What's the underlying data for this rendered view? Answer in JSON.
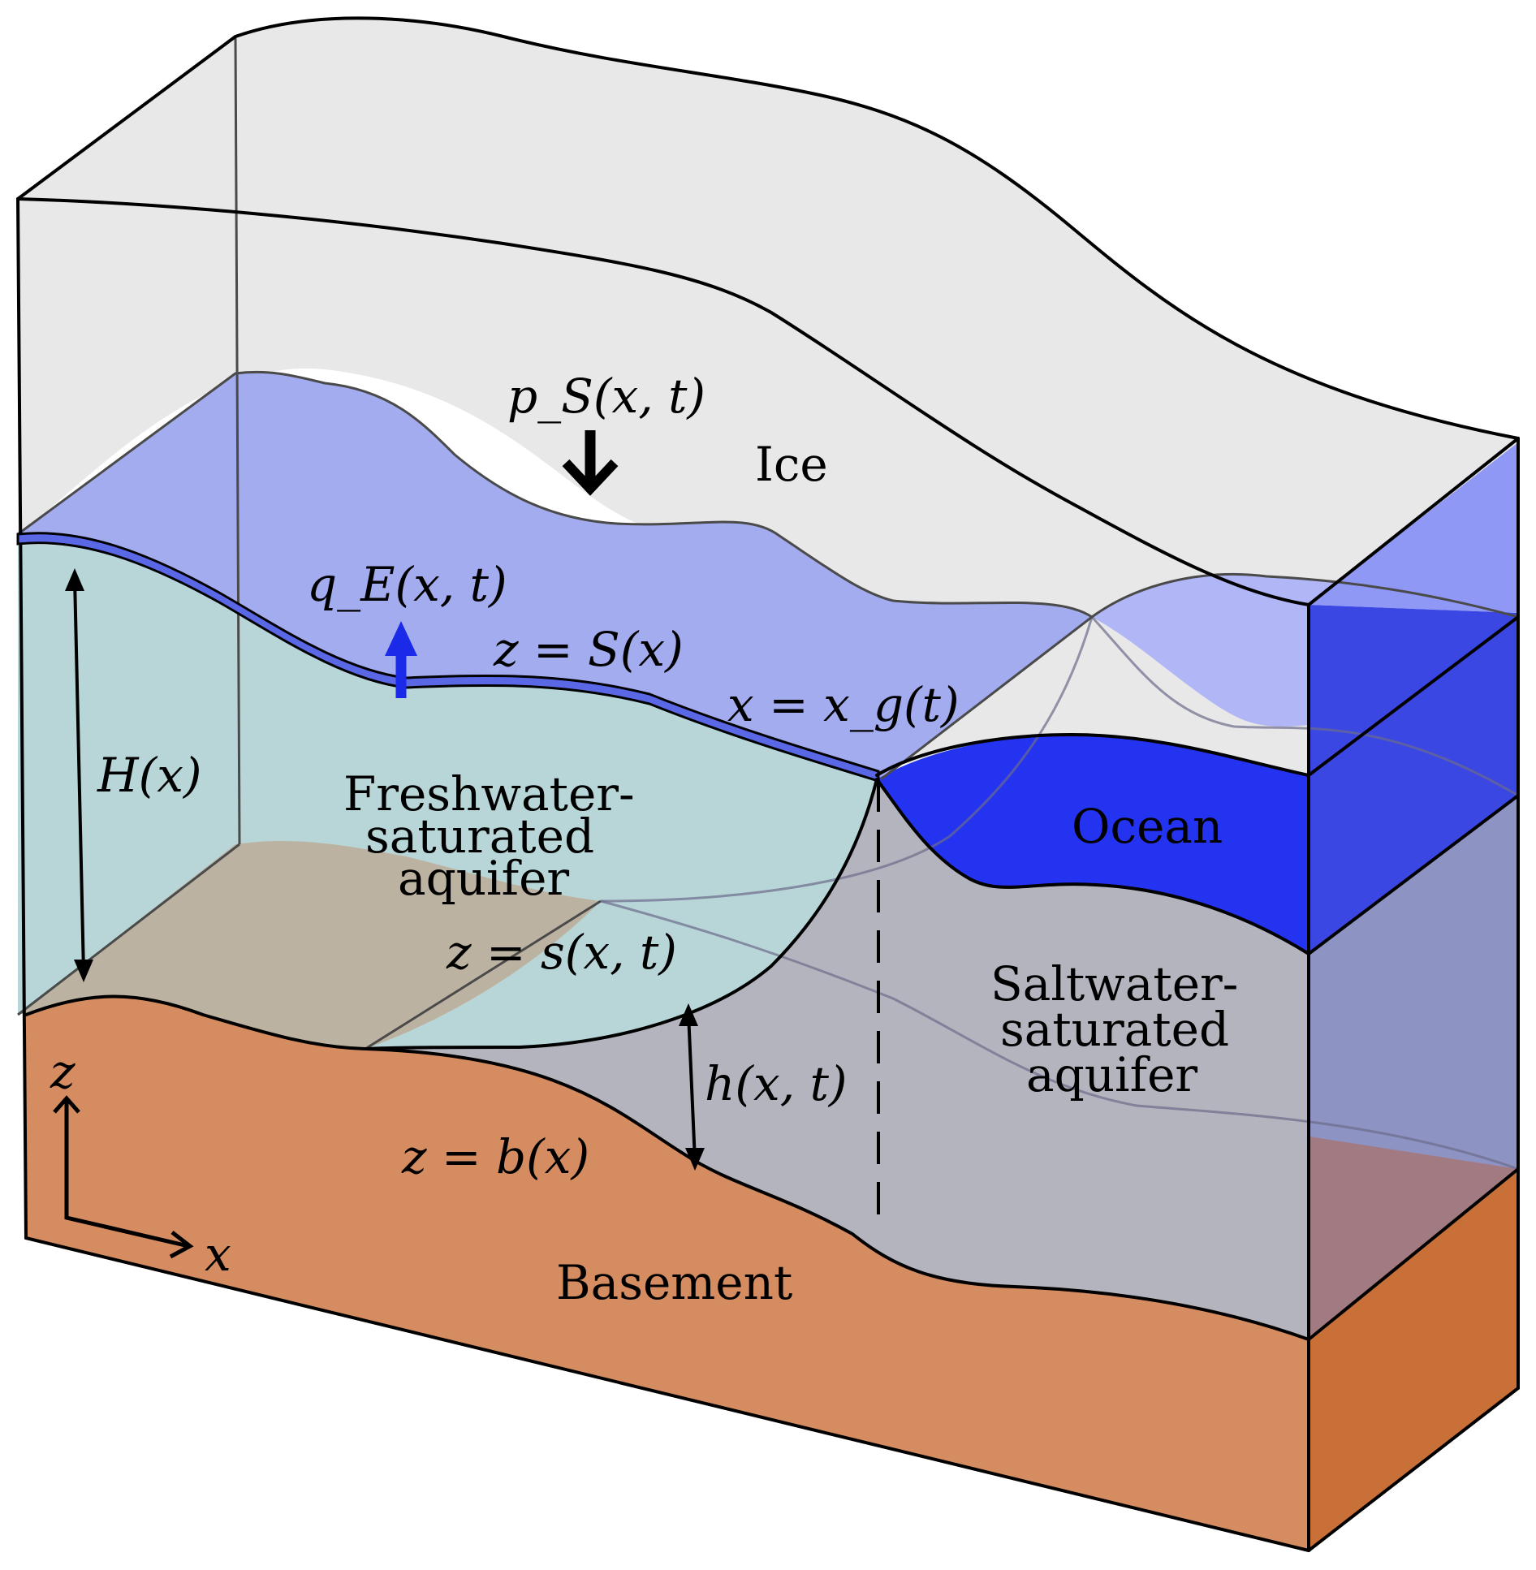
{
  "labels": {
    "ice": "Ice",
    "ocean": "Ocean",
    "basement": "Basement",
    "fresh_line1": "Freshwater-",
    "fresh_line2": "saturated",
    "fresh_line3": "aquifer",
    "salt_line1": "Saltwater-",
    "salt_line2": "saturated",
    "salt_line3": "aquifer"
  },
  "math": {
    "ps": "p_S(x, t)",
    "qe": "q_E(x, t)",
    "zS": "z = S(x)",
    "xg": "x = x_g(t)",
    "H": "H(x)",
    "zs": "z = s(x, t)",
    "h": "h(x, t)",
    "zb": "z = b(x)",
    "axis_z": "z",
    "axis_x": "x"
  },
  "colors": {
    "ice": "#e8e8e8",
    "subglacial_water": "#a3acee",
    "ocean": "#2433f0",
    "fresh_aquifer": "#b8d6d8",
    "salt_aquifer": "#b4b4be",
    "basement": "#d48c60",
    "basement_side": "#c87038",
    "flux_arrow": "#1a2ae8"
  }
}
